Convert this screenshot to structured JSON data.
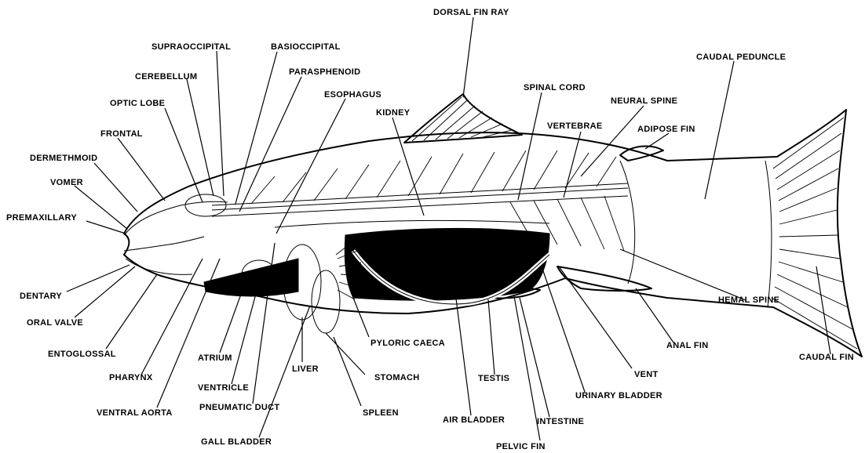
{
  "labels": {
    "dorsal_fin_ray": "DORSAL FIN RAY",
    "supraoccipital": "SUPRAOCCIPITAL",
    "basioccipital": "BASIOCCIPITAL",
    "parasphenoid": "PARASPHENOID",
    "cerebellum": "CEREBELLUM",
    "esophagus": "ESOPHAGUS",
    "optic_lobe": "OPTIC LOBE",
    "kidney": "KIDNEY",
    "spinal_cord": "SPINAL CORD",
    "neural_spine": "NEURAL SPINE",
    "caudal_peduncle": "CAUDAL PEDUNCLE",
    "frontal": "FRONTAL",
    "vertebrae": "VERTEBRAE",
    "adipose_fin": "ADIPOSE FIN",
    "dermethmoid": "DERMETHMOID",
    "vomer": "VOMER",
    "premaxillary": "PREMAXILLARY",
    "dentary": "DENTARY",
    "hemal_spine": "HEMAL SPINE",
    "oral_valve": "ORAL VALVE",
    "pyloric_caeca": "PYLORIC CAECA",
    "anal_fin": "ANAL FIN",
    "entoglossal": "ENTOGLOSSAL",
    "atrium": "ATRIUM",
    "caudal_fin": "CAUDAL FIN",
    "liver": "LIVER",
    "vent": "VENT",
    "pharynx": "PHARYNX",
    "stomach": "STOMACH",
    "testis": "TESTIS",
    "ventricle": "VENTRICLE",
    "urinary_bladder": "URINARY BLADDER",
    "pneumatic_duct": "PNEUMATIC DUCT",
    "ventral_aorta": "VENTRAL AORTA",
    "spleen": "SPLEEN",
    "air_bladder": "AIR BLADDER",
    "intestine": "INTESTINE",
    "gall_bladder": "GALL BLADDER",
    "pelvic_fin": "PELVIC FIN"
  }
}
